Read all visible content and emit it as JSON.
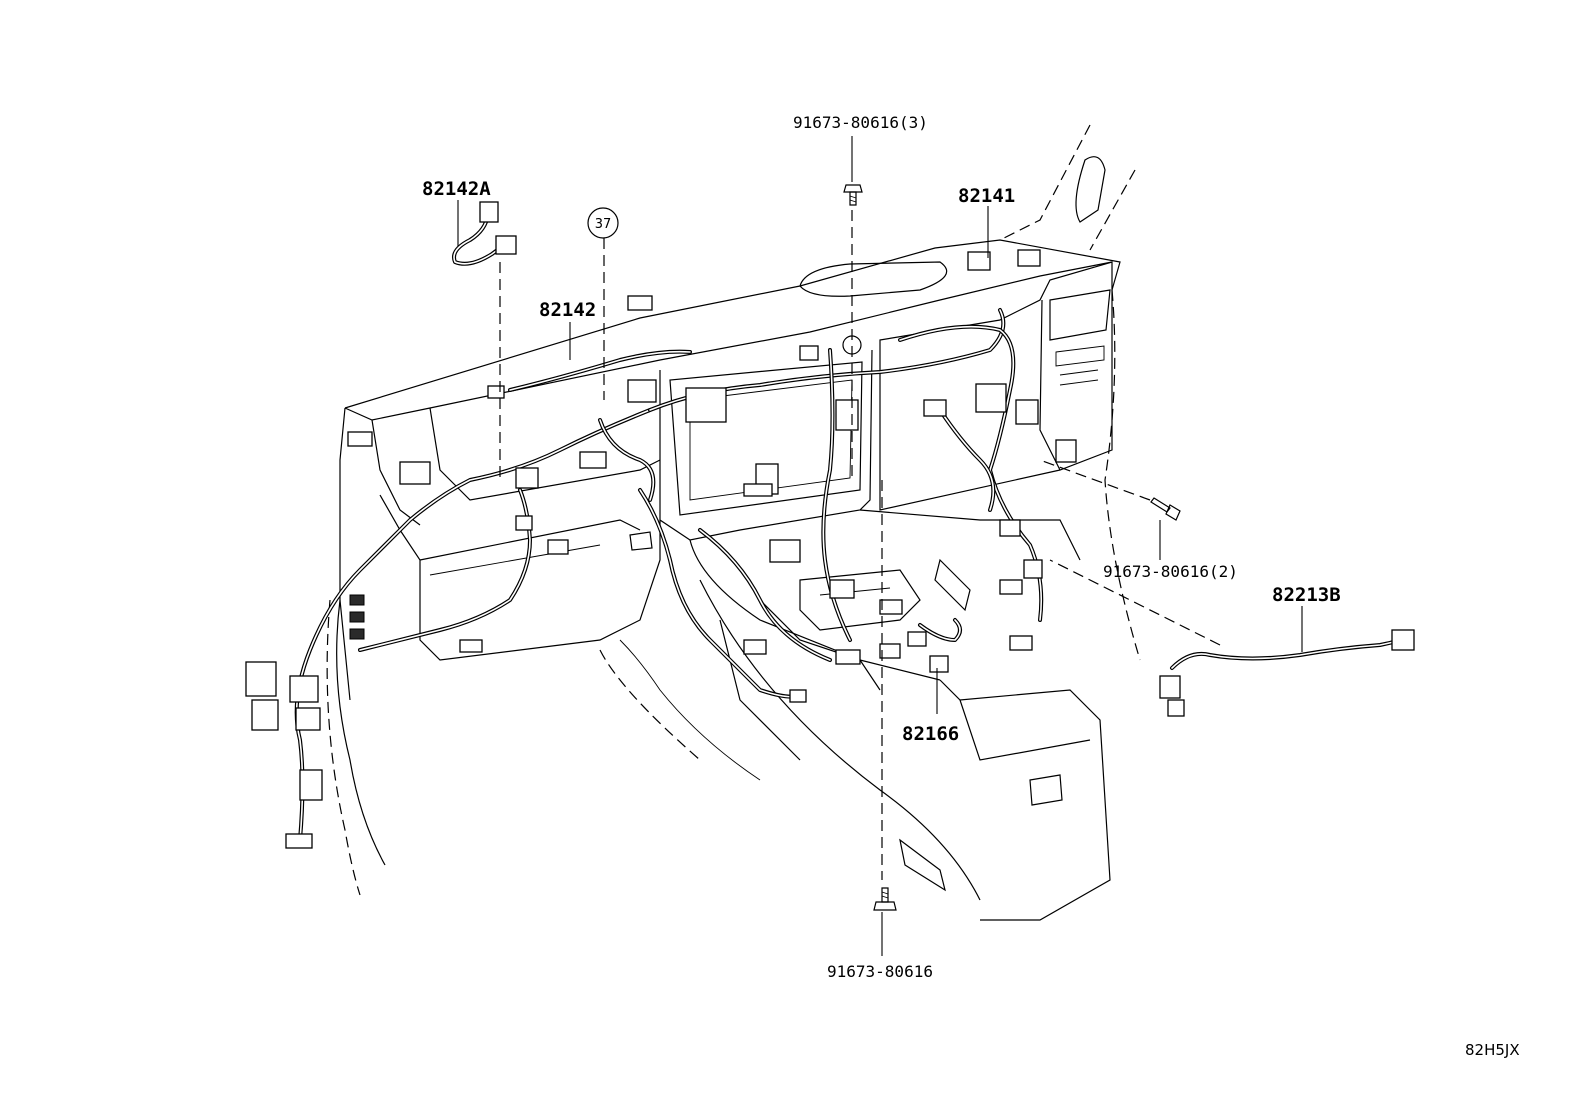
{
  "diagram_ref": "82H5JX",
  "callout": "37",
  "parts": {
    "p82142A": "82142A",
    "p82142": "82142",
    "p82141": "82141",
    "p82166": "82166",
    "p82213B": "82213B"
  },
  "fasteners": {
    "top": "91673-80616(3)",
    "right": "91673-80616(2)",
    "bottom": "91673-80616"
  }
}
